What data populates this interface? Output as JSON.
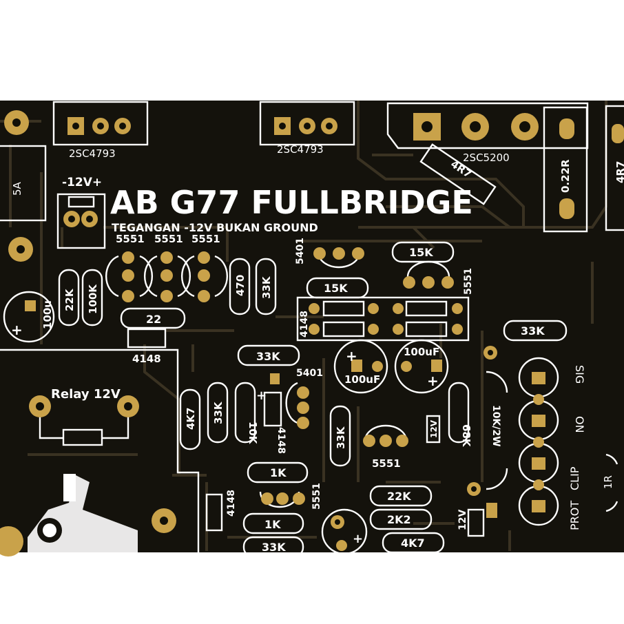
{
  "board": {
    "title": "AB G77 FULLBRIDGE",
    "subtitle": "TEGANGAN -12V BUKAN GROUND",
    "colors": {
      "substrate": "#14120c",
      "trace": "#3a3222",
      "silkscreen": "#ffffff",
      "copper": "#c9a24a"
    }
  },
  "labels": {
    "q1": "2SC4793",
    "q2": "2SC4793",
    "q3": "2SC5200",
    "r_022": "0.22R",
    "r_4r7_top": "4R7",
    "r_4r7_diag": "4R7",
    "fuse": "5A",
    "supply": "-12V+",
    "t1": "5551",
    "t2": "5551",
    "t3": "5551",
    "r_22k_left": "22K",
    "r_100k": "100K",
    "r_470": "470",
    "r_33k_a": "33K",
    "cap_100u": "100u",
    "r_22": "22",
    "d_4148_a": "4148",
    "t_5401_top": "5401",
    "r_15k_a": "15K",
    "t_5551_right": "5551",
    "r_15k_b": "15K",
    "d_4148_b": "4148",
    "cap_100uf_a": "100uF",
    "cap_100uf_b": "100uF",
    "r_33k_right": "33K",
    "relay": "Relay 12V",
    "r_33k_mid": "33K",
    "t_5401_mid": "5401",
    "r_4k7_a": "4K7",
    "r_33k_b": "33K",
    "r_10k": "10K",
    "d_4148_c": "4148",
    "r_33k_c": "33K",
    "t_5551_mid": "5551",
    "z_12v_a": "12V",
    "r_68k": "68K",
    "r_10k2w": "10K/2W",
    "sig": "SIG",
    "on": "ON",
    "clip": "CLIP",
    "prot": "PROT",
    "r_1r": "1R",
    "r_1k_a": "1K",
    "d_4148_d": "4148",
    "t_5551_low": "5551",
    "r_1k_b": "1K",
    "r_33k_d": "33K",
    "r_22k_low": "22K",
    "r_2k2": "2K2",
    "r_4k7_b": "4K7",
    "z_12v_b": "12V",
    "plus_1": "+",
    "plus_2": "+",
    "plus_3": "+",
    "plus_4": "+",
    "plus_5": "+"
  }
}
